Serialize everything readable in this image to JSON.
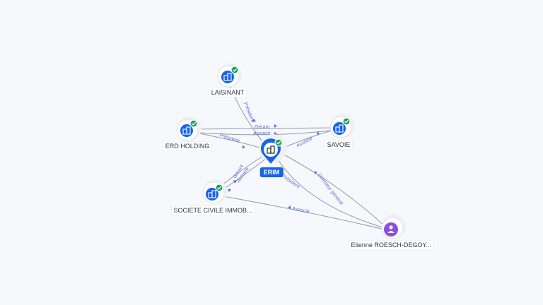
{
  "graph": {
    "colors": {
      "company": "#1764e8",
      "person": "#8a4fe0",
      "verified": "#19a05a",
      "edge": "#8e9bb0",
      "edge_label": "#5b6fd6"
    },
    "nodes": [
      {
        "id": "laisinant",
        "label": "LAISINANT",
        "kind": "company",
        "icon": "building-icon",
        "verified": true
      },
      {
        "id": "erd",
        "label": "ERD HOLDING",
        "kind": "company",
        "icon": "building-icon",
        "verified": true
      },
      {
        "id": "erim",
        "label": "ERIM",
        "kind": "company",
        "icon": "building-icon",
        "verified": true,
        "main": true
      },
      {
        "id": "savoie",
        "label": "SAVOIE",
        "kind": "company",
        "icon": "building-icon",
        "verified": true
      },
      {
        "id": "sci",
        "label": "SOCIETE CIVILE IMMOB...",
        "kind": "company",
        "icon": "building-icon",
        "verified": true
      },
      {
        "id": "etienne",
        "label": "Etienne ROESCH-DEGOY...",
        "kind": "person",
        "icon": "person-icon",
        "verified": false
      }
    ],
    "edges": [
      {
        "id": "laisinant-erim",
        "label": "Président"
      },
      {
        "id": "erd-savoie-gerant",
        "label": "Gérant"
      },
      {
        "id": "erd-savoie-associe",
        "label": "Associé"
      },
      {
        "id": "erd-erim",
        "label": "Président"
      },
      {
        "id": "erim-savoie",
        "label": "Associé"
      },
      {
        "id": "sci-erim-gerant",
        "label": "Gérant"
      },
      {
        "id": "sci-erim-associe",
        "label": "Associé"
      },
      {
        "id": "etienne-erim-president",
        "label": "Président"
      },
      {
        "id": "etienne-erim-directeur",
        "label": "Directeur général"
      },
      {
        "id": "etienne-sci",
        "label": "Associé"
      }
    ]
  }
}
